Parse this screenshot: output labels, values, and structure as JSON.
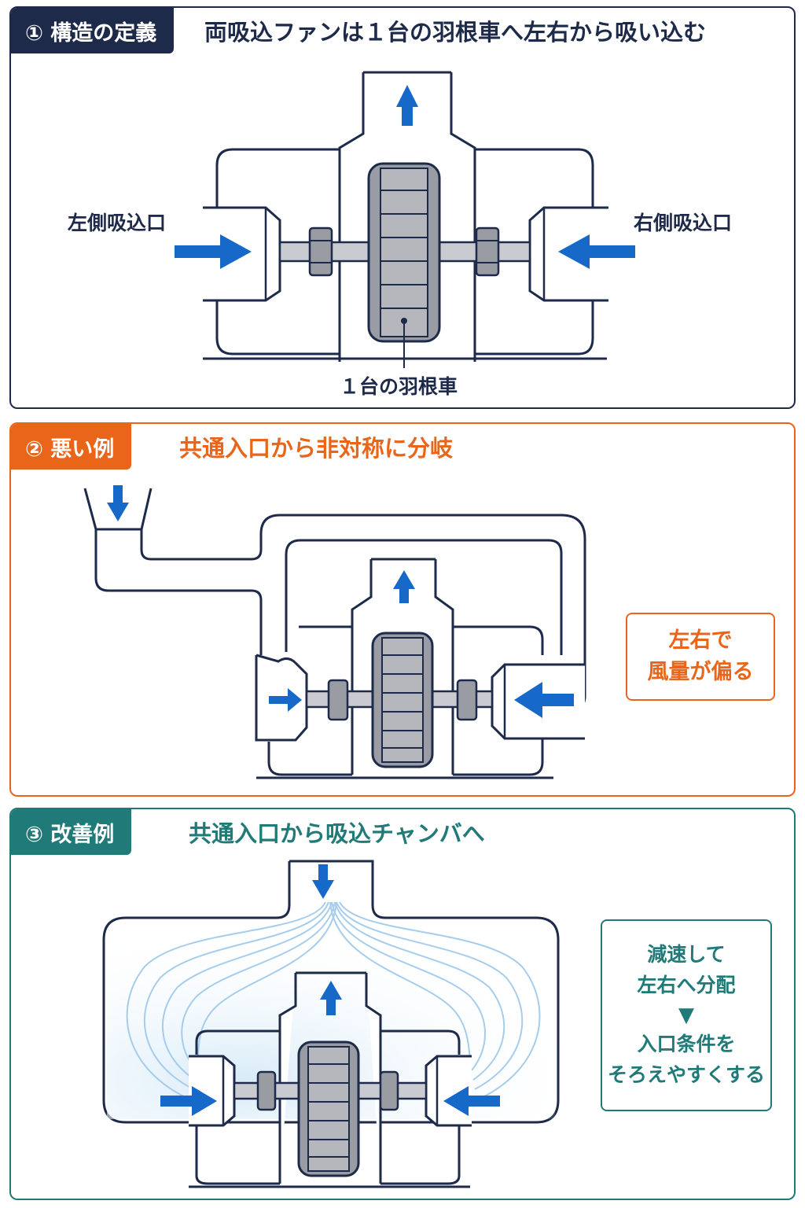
{
  "colors": {
    "navy": "#1e2a4a",
    "orange": "#e8651a",
    "teal": "#1f7a78",
    "arrow_blue": "#1668c9",
    "flow_blue": "#9ec8ea",
    "impeller_gray": "#9a9ca3",
    "shaft_gray": "#c9cbd1"
  },
  "panel1": {
    "tag": "① 構造の定義",
    "headline": "両吸込ファンは１台の羽根車へ左右から吸い込む",
    "left_inlet_label": "左側吸込口",
    "right_inlet_label": "右側吸込口",
    "impeller_label": "１台の羽根車"
  },
  "panel2": {
    "tag": "② 悪い例",
    "headline": "共通入口から非対称に分岐",
    "callout_line1": "左右で",
    "callout_line2": "風量が偏る"
  },
  "panel3": {
    "tag": "③ 改善例",
    "headline": "共通入口から吸込チャンバへ",
    "callout_line1": "減速して",
    "callout_line2": "左右へ分配",
    "callout_marker": "▼",
    "callout_line3": "入口条件を",
    "callout_line4": "そろえやすくする"
  }
}
